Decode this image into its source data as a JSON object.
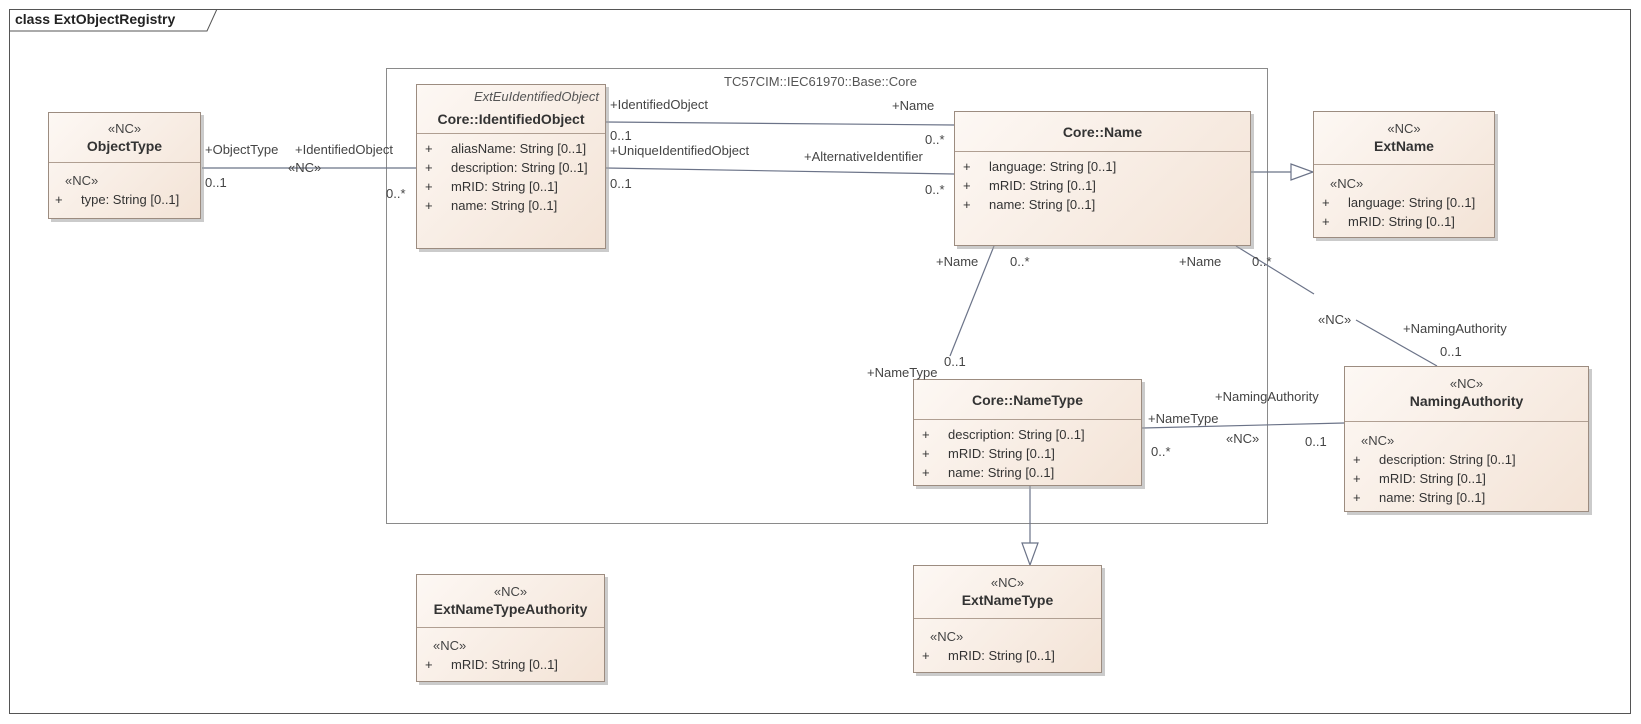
{
  "frame": {
    "title": "class ExtObjectRegistry"
  },
  "package": {
    "label": "TC57CIM::IEC61970::Base::Core"
  },
  "classes": {
    "object_type": {
      "stereotype": "«NC»",
      "name": "ObjectType",
      "attr_stereotype": "«NC»",
      "attributes": [
        {
          "vis": "+",
          "text": "type: String [0..1]"
        }
      ]
    },
    "identified_object": {
      "tag": "ExtEuIdentifiedObject",
      "name": "Core::IdentifiedObject",
      "attributes": [
        {
          "vis": "+",
          "text": "aliasName: String [0..1]"
        },
        {
          "vis": "+",
          "text": "description: String [0..1]"
        },
        {
          "vis": "+",
          "text": "mRID: String [0..1]"
        },
        {
          "vis": "+",
          "text": "name: String [0..1]"
        }
      ]
    },
    "core_name": {
      "name": "Core::Name",
      "attributes": [
        {
          "vis": "+",
          "text": "language: String [0..1]"
        },
        {
          "vis": "+",
          "text": "mRID: String [0..1]"
        },
        {
          "vis": "+",
          "text": "name: String [0..1]"
        }
      ]
    },
    "ext_name": {
      "stereotype": "«NC»",
      "name": "ExtName",
      "attr_stereotype": "«NC»",
      "attributes": [
        {
          "vis": "+",
          "text": "language: String [0..1]"
        },
        {
          "vis": "+",
          "text": "mRID: String [0..1]"
        }
      ]
    },
    "name_type": {
      "name": "Core::NameType",
      "attributes": [
        {
          "vis": "+",
          "text": "description: String [0..1]"
        },
        {
          "vis": "+",
          "text": "mRID: String [0..1]"
        },
        {
          "vis": "+",
          "text": "name: String [0..1]"
        }
      ]
    },
    "naming_authority": {
      "stereotype": "«NC»",
      "name": "NamingAuthority",
      "attr_stereotype": "«NC»",
      "attributes": [
        {
          "vis": "+",
          "text": "description: String [0..1]"
        },
        {
          "vis": "+",
          "text": "mRID: String [0..1]"
        },
        {
          "vis": "+",
          "text": "name: String [0..1]"
        }
      ]
    },
    "ext_name_type_authority": {
      "stereotype": "«NC»",
      "name": "ExtNameTypeAuthority",
      "attr_stereotype": "«NC»",
      "attributes": [
        {
          "vis": "+",
          "text": "mRID: String [0..1]"
        }
      ]
    },
    "ext_name_type": {
      "stereotype": "«NC»",
      "name": "ExtNameType",
      "attr_stereotype": "«NC»",
      "attributes": [
        {
          "vis": "+",
          "text": "mRID: String [0..1]"
        }
      ]
    }
  },
  "labels": {
    "ot_role": "+ObjectType",
    "ot_io_role": "+IdentifiedObject",
    "ot_stereo": "«NC»",
    "ot_mult": "0..1",
    "ot_io_mult": "0..*",
    "io_role_top": "+IdentifiedObject",
    "io_mult_top": "0..1",
    "io_role_unique": "+UniqueIdentifiedObject",
    "io_mult_unique": "0..1",
    "name_role_top": "+Name",
    "name_mult_top": "0..*",
    "alt_id_role": "+AlternativeIdentifier",
    "alt_id_mult": "0..*",
    "name_role_nt": "+Name",
    "name_mult_nt": "0..*",
    "nametype_role": "+NameType",
    "nametype_mult": "0..1",
    "name_role_na": "+Name",
    "name_mult_na": "0..*",
    "na_stereo_upper": "«NC»",
    "na_role_upper": "+NamingAuthority",
    "na_mult_upper": "0..1",
    "na_role_lower": "+NamingAuthority",
    "nt_role_right": "+NameType",
    "nt_mult_right": "0..*",
    "na_stereo_lower": "«NC»",
    "na_mult_lower": "0..1"
  }
}
